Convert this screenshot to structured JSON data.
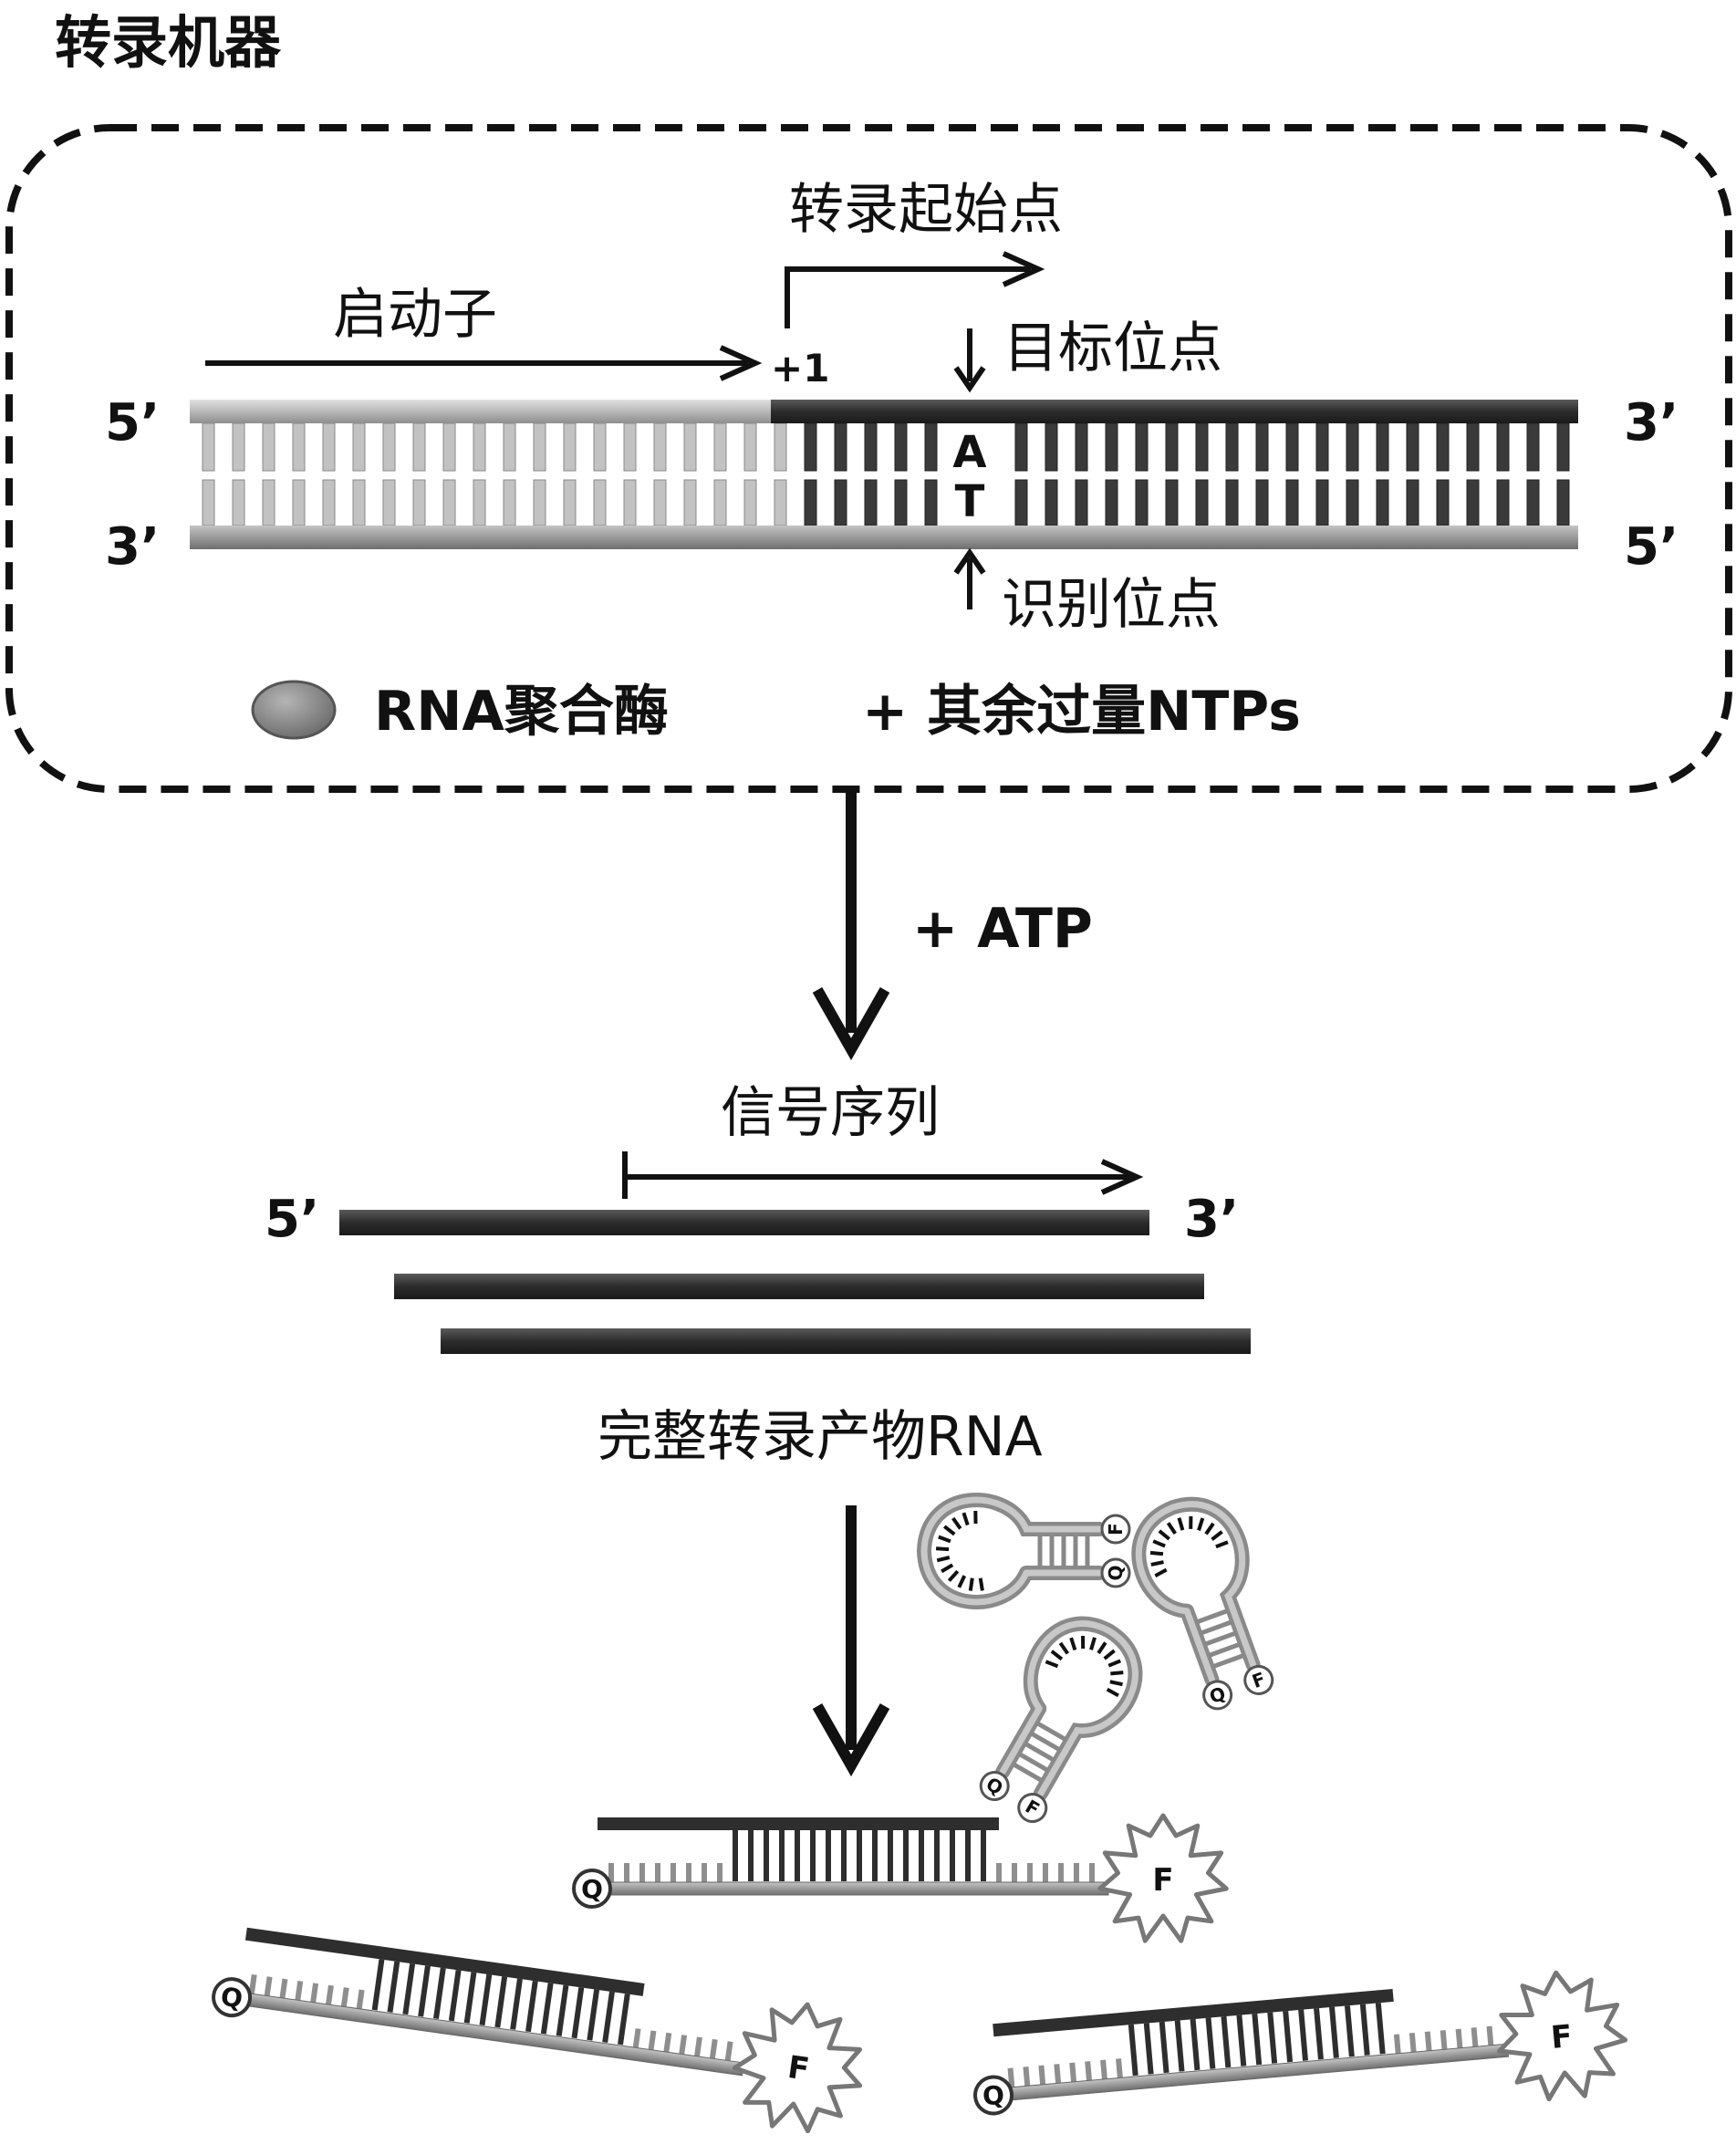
{
  "title": "转录机器",
  "transcription_machinery": {
    "start_site_label": "转录起始点",
    "promoter_label": "启动子",
    "plus_one_label": "+1",
    "target_site_label": "目标位点",
    "recognition_site_label": "识别位点",
    "top_5": "5’",
    "top_3": "3’",
    "bottom_3": "3’",
    "bottom_5": "5’",
    "base_top": "A",
    "base_bottom": "T",
    "polymerase_label": "RNA聚合酶",
    "ntps_label": "+ 其余过量NTPs"
  },
  "step1_label": "+ ATP",
  "products": {
    "signal_sequence_label": "信号序列",
    "five_prime": "5’",
    "three_prime": "3’",
    "caption": "完整转录产物RNA"
  },
  "beacons": {
    "fluorophore": "F",
    "quencher": "Q"
  },
  "colors": {
    "dark_strand": "#3a3a3a",
    "light_strand": "#bdbdbd",
    "mid_strand": "#9a9a9a",
    "polymerase": "#8a8a8a",
    "ink": "#111111"
  }
}
